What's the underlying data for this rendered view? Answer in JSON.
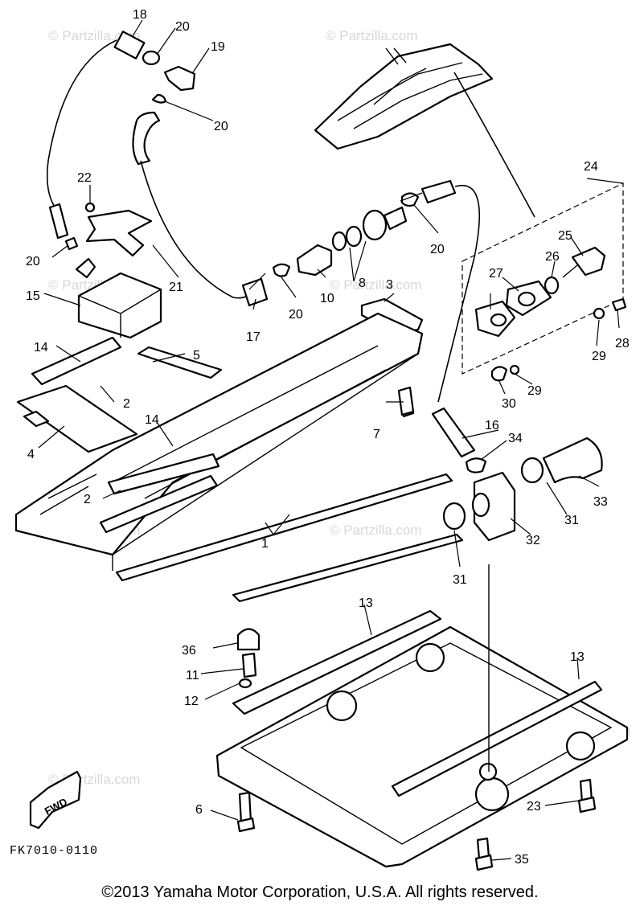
{
  "watermark": "© Partzilla.com",
  "diagram_code": "FK7010-0110",
  "fwd_arrow": "FWD",
  "copyright": "©2013  Yamaha Motor Corporation, U.S.A. All rights reserved.",
  "callouts": {
    "c1": "1",
    "c2a": "2",
    "c2b": "2",
    "c3": "3",
    "c4": "4",
    "c5": "5",
    "c6": "6",
    "c7": "7",
    "c8": "8",
    "c10": "10",
    "c11": "11",
    "c12": "12",
    "c13a": "13",
    "c13b": "13",
    "c14a": "14",
    "c14b": "14",
    "c15": "15",
    "c16": "16",
    "c17": "17",
    "c18": "18",
    "c19": "19",
    "c20a": "20",
    "c20b": "20",
    "c20c": "20",
    "c20d": "20",
    "c20e": "20",
    "c21": "21",
    "c22": "22",
    "c23": "23",
    "c24": "24",
    "c25": "25",
    "c26": "26",
    "c27": "27",
    "c28": "28",
    "c29a": "29",
    "c29b": "29",
    "c30": "30",
    "c31a": "31",
    "c31b": "31",
    "c32": "32",
    "c33": "33",
    "c34": "34",
    "c35": "35",
    "c36": "36"
  }
}
